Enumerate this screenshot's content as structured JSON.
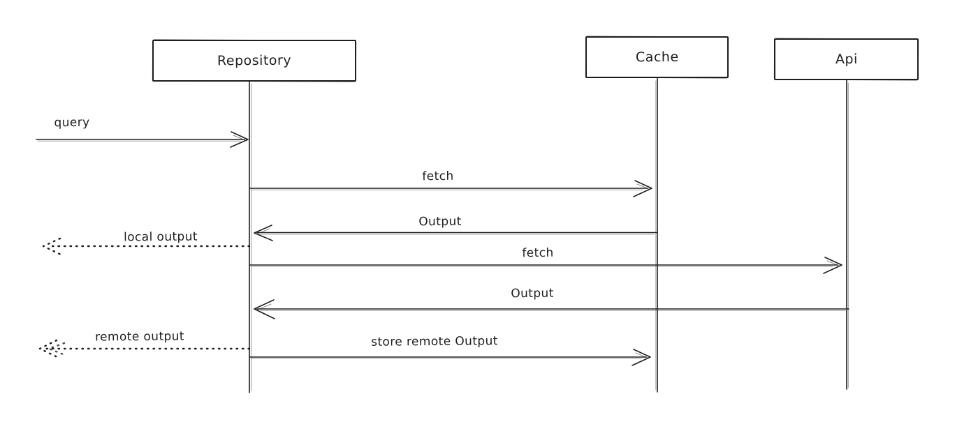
{
  "diagram": {
    "type": "sequence-diagram",
    "background_color": "#ffffff",
    "stroke_color": "#1e1e1e",
    "participants": [
      {
        "name": "Repository"
      },
      {
        "name": "Cache"
      },
      {
        "name": "Api"
      }
    ],
    "messages": [
      {
        "label": "query",
        "from": "external",
        "to": "Repository",
        "line_style": "solid",
        "direction": "right"
      },
      {
        "label": "fetch",
        "from": "Repository",
        "to": "Cache",
        "line_style": "solid",
        "direction": "right"
      },
      {
        "label": "Output",
        "from": "Cache",
        "to": "Repository",
        "line_style": "solid",
        "direction": "left"
      },
      {
        "label": "local output",
        "from": "Repository",
        "to": "external",
        "line_style": "dotted",
        "direction": "left"
      },
      {
        "label": "fetch",
        "from": "Repository",
        "to": "Api",
        "line_style": "solid",
        "direction": "right"
      },
      {
        "label": "Output",
        "from": "Api",
        "to": "Repository",
        "line_style": "solid",
        "direction": "left"
      },
      {
        "label": "remote output",
        "from": "Repository",
        "to": "external",
        "line_style": "dotted",
        "direction": "left"
      },
      {
        "label": "store remote Output",
        "from": "Repository",
        "to": "Cache",
        "line_style": "solid",
        "direction": "right"
      }
    ]
  }
}
